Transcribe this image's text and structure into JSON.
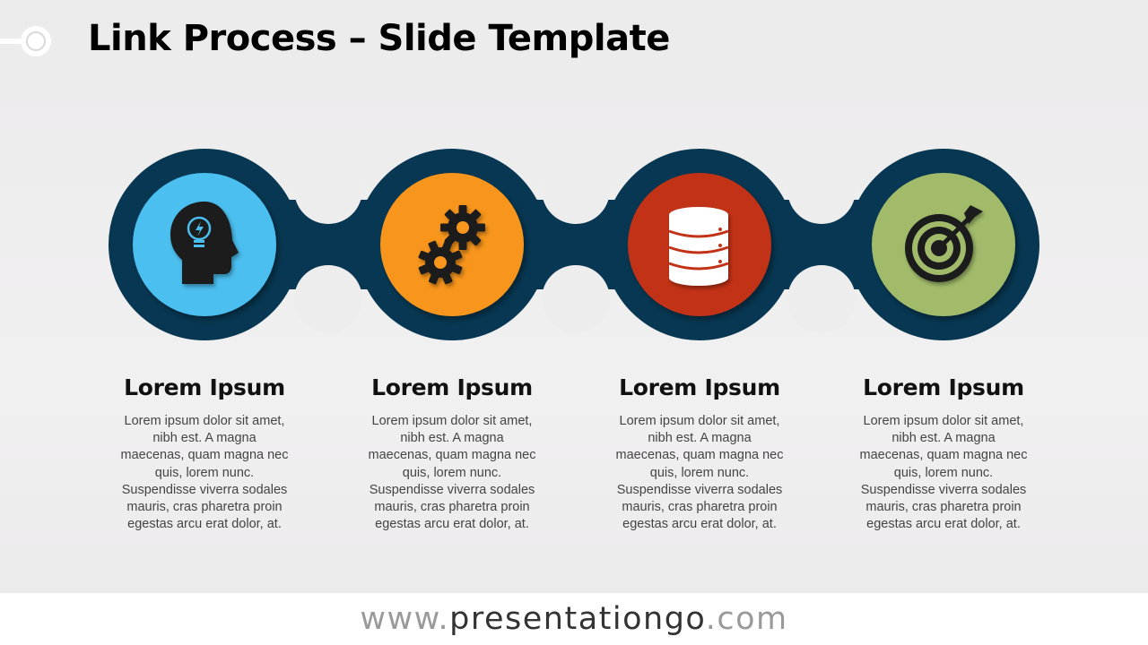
{
  "slide": {
    "title": "Link Process – Slide Template"
  },
  "colors": {
    "chain": "#073752",
    "step1": "#4bbfef",
    "step2": "#f7951e",
    "step3": "#c23318",
    "step4": "#a1bb6b",
    "icon_dark": "#1a1a1a",
    "icon_light": "#ffffff"
  },
  "steps": [
    {
      "heading": "Lorem Ipsum",
      "lines": [
        "Lorem ipsum dolor sit amet,",
        "nibh est. A magna",
        "maecenas, quam magna nec",
        "quis, lorem nunc.",
        "Suspendisse viverra sodales",
        "mauris, cras pharetra proin",
        "egestas arcu erat dolor,  at."
      ],
      "icon": "head-lightbulb-icon"
    },
    {
      "heading": "Lorem Ipsum",
      "lines": [
        "Lorem ipsum dolor sit amet,",
        "nibh est. A magna",
        "maecenas, quam magna nec",
        "quis, lorem nunc.",
        "Suspendisse viverra sodales",
        "mauris, cras pharetra proin",
        "egestas arcu erat dolor,  at."
      ],
      "icon": "gears-icon"
    },
    {
      "heading": "Lorem Ipsum",
      "lines": [
        "Lorem ipsum dolor sit amet,",
        "nibh est. A magna",
        "maecenas, quam magna nec",
        "quis, lorem nunc.",
        "Suspendisse viverra sodales",
        "mauris, cras pharetra proin",
        "egestas arcu erat dolor,  at."
      ],
      "icon": "database-icon"
    },
    {
      "heading": "Lorem Ipsum",
      "lines": [
        "Lorem ipsum dolor sit amet,",
        "nibh est. A magna",
        "maecenas, quam magna nec",
        "quis, lorem nunc.",
        "Suspendisse viverra sodales",
        "mauris, cras pharetra proin",
        "egestas arcu erat dolor,  at."
      ],
      "icon": "target-arrow-icon"
    }
  ],
  "footer": {
    "prefix": "www.",
    "domain": "presentationgo",
    "suffix": ".com"
  }
}
